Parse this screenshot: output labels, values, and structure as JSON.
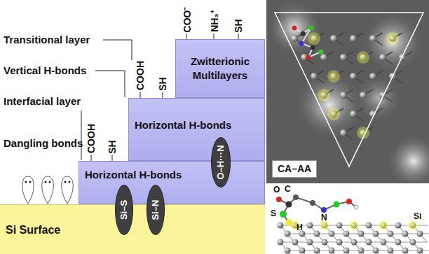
{
  "diagram": {
    "nodes": [
      {
        "text": [
          "Zwitterionic Multilayers"
        ]
      },
      {
        "text": [
          "Horizontal H-bonds"
        ]
      },
      {
        "text": [
          "O–H···N"
        ]
      },
      {
        "text": [
          "Horizontal H-bonds"
        ]
      },
      {
        "text": [
          "Si–S"
        ]
      },
      {
        "text": [
          "Si–N"
        ]
      },
      {
        "text": [
          "Si Surface"
        ]
      },
      {
        "text": [
          "CA–AA"
        ]
      }
    ],
    "labels": [
      "Transitional layer",
      "Vertical H-bonds",
      "Interfacial layer",
      "Dangling bonds",
      "COO⁻",
      "NH₃⁺",
      "SH",
      "COOH",
      "SH",
      "COOH",
      "SH",
      "O",
      "C",
      "S",
      "H",
      "N",
      "Si"
    ]
  }
}
